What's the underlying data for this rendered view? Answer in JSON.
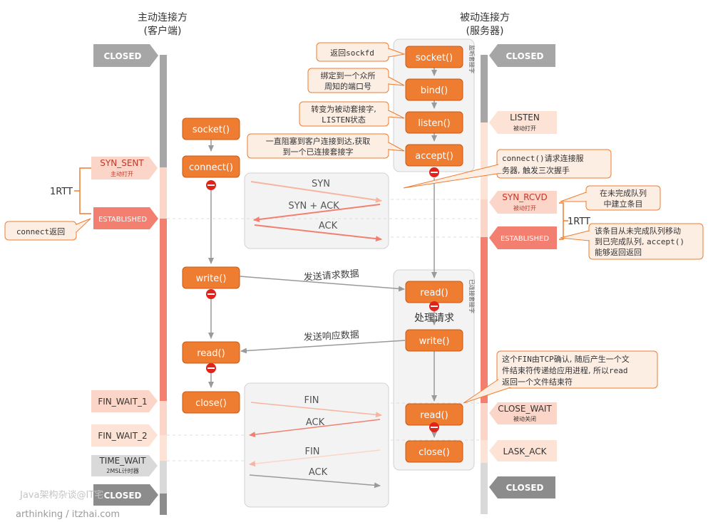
{
  "colors": {
    "accent": "#ee7d31",
    "accent_dark": "#c85a12",
    "salmon": "#f27f6f",
    "salmon_light": "#fbd5c7",
    "peach": "#fde3d6",
    "gray": "#a6a6a6",
    "gray_bar": "#8c8c8c",
    "callout_fill": "#fdeee4",
    "panel_fill": "#f3f3f3",
    "stop": "#e0241b"
  },
  "headers": {
    "client_line1": "主动连接方",
    "client_line2": "(客户端)",
    "server_line1": "被动连接方",
    "server_line2": "(服务器)"
  },
  "client_states": {
    "closed": "CLOSED",
    "syn_sent": "SYN_SENT",
    "syn_sent_sub": "主动打开",
    "established": "ESTABLISHED",
    "fin_wait_1": "FIN_WAIT_1",
    "fin_wait_2": "FIN_WAIT_2",
    "time_wait": "TIME_WAIT",
    "time_wait_sub": "2MSL计时器",
    "closed_end": "CLOSED"
  },
  "server_states": {
    "closed": "CLOSED",
    "listen": "LISTEN",
    "listen_sub": "被动打开",
    "syn_rcvd": "SYN_RCVD",
    "syn_rcvd_sub": "被动打开",
    "established": "ESTABLISHED",
    "close_wait": "CLOSE_WAIT",
    "close_wait_sub": "被动关闭",
    "last_ack": "LASK_ACK",
    "closed_end": "CLOSED"
  },
  "client_calls": {
    "socket": "socket()",
    "connect": "connect()",
    "write": "write()",
    "read": "read()",
    "close": "close()"
  },
  "server_calls": {
    "socket": "socket()",
    "bind": "bind()",
    "listen": "listen()",
    "accept": "accept()",
    "read1": "read()",
    "write": "write()",
    "read2": "read()",
    "close": "close()"
  },
  "panels": {
    "listen_socket": "监听套接字",
    "connected_socket": "已连接套接字",
    "processing": "处理请求"
  },
  "messages": {
    "syn": "SYN",
    "syn_ack": "SYN + ACK",
    "ack": "ACK",
    "send_request": "发送请求数据",
    "send_response": "发送响应数据",
    "fin1": "FIN",
    "ack2": "ACK",
    "fin2": "FIN",
    "ack3": "ACK"
  },
  "rtt": {
    "left": "1RTT",
    "right": "1RTT"
  },
  "callouts": {
    "return_sockfd_pre": "返回",
    "return_sockfd_code": "sockfd",
    "bind_line1": "绑定到一个众所",
    "bind_line2": "周知的端口号",
    "listen_line1": "转变为被动套接字,",
    "listen_line2_code": "LISTEN",
    "listen_line2_post": "状态",
    "accept_line1": "一直阻塞到客户连接到达,获取",
    "accept_line2": "到一个已连接套接字",
    "connect_req_code": "connect()",
    "connect_req_line1_post": "请求连接服",
    "connect_req_line2": "务器, 触发三次握手",
    "connect_return_code": "connect",
    "connect_return_post": "返回",
    "incomplete_line1": "在未完成队列",
    "incomplete_line2": "中建立条目",
    "move_line1": "该条目从未完成队列移动",
    "move_line2_pre": "到已完成队列, ",
    "move_line2_code": "accept()",
    "move_line3": "能够返回返回",
    "fin_line1_pre": "这个",
    "fin_line1_code1": "FIN",
    "fin_line1_mid": "由",
    "fin_line1_code2": "TCP",
    "fin_line1_post": "确认, 随后产生一个文",
    "fin_line2_pre": "件结束符传递给应用进程, 所以",
    "fin_line2_code": "read",
    "fin_line3": "返回一个文件结束符"
  },
  "watermark": {
    "line1": "Java架构杂谈@IT宅",
    "line2": "arthinking / itzhai.com"
  }
}
